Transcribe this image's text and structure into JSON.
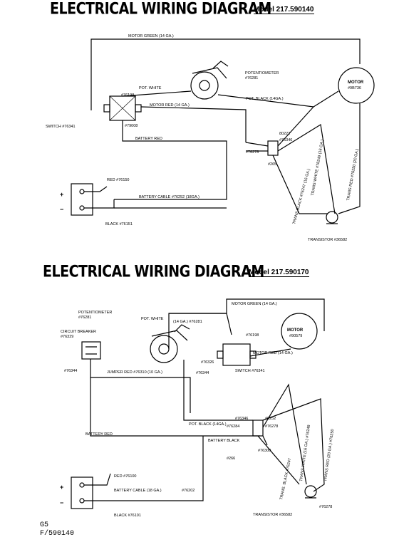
{
  "diagram1": {
    "title": "ELECTRICAL WIRING DIAGRAM",
    "model": "Model 217.590140",
    "labels": {
      "motor_green": "MOTOR GREEN (14 GA.)",
      "potentiometer": "POTENTIOMETER",
      "pot_part": "#76281",
      "pot_white": "POT. WHITE",
      "pot_black": "POT. BLACK (14GA.)",
      "motor": "MOTOR",
      "motor_part": "#9B736",
      "part_76198": "#76198",
      "motor_red": "MOTOR RED (14 GA.)",
      "switch": "SWITCH #76341",
      "part_79008": "#79008",
      "battery_red": "BATTERY RED",
      "part_80222": "80222",
      "part_76346": "#76346",
      "part_76278": "#76278",
      "part_265": "#265",
      "trans_black": "TRANS BLACK #76247 (16 GA.)",
      "trans_white": "TRANS WHITE #76249 (16 GA.)",
      "trans_red": "TRANS RED #76250 (20 GA.)",
      "red_wire": "RED #76150",
      "battery_cable": "BATTERY CABLE #76252 (18GA.)",
      "black_wire": "BLACK #76151",
      "transistor": "TRANSISTOR #36582",
      "plus": "+",
      "minus": "−"
    }
  },
  "diagram2": {
    "title": "ELECTRICAL WIRING DIAGRAM",
    "model": "Model 217.590170",
    "labels": {
      "potentiometer": "POTENTIOMETER",
      "pot_part": "#76281",
      "pot_white": "POT. WHITE",
      "pot_white_ga": "(14 GA.) #76281",
      "motor_green": "MOTOR GREEN (14 GA.)",
      "circuit_breaker": "CIRCUIT BREAKER",
      "cb_part": "#76329",
      "part_76198": "#76198",
      "motor": "MOTOR",
      "motor_part": "#90579",
      "motor_red": "MOTOR RED (14 GA.)",
      "part_76326": "#76326",
      "part_76344a": "#76344",
      "part_76344b": "#76344",
      "switch": "SWITCH #76341",
      "jumper_red": "JUMPER RED #76310 (10 GA.)",
      "pot_black": "POT. BLACK (14GA.)",
      "part_76284": "#76284",
      "part_76346": "#76346",
      "part_0252": "#0252",
      "part_76278a": "#76278",
      "battery_red": "BATTERY RED",
      "battery_black": "BATTERY BLACK",
      "part_76300": "#76300",
      "part_266": "#266",
      "trans_black": "TRANS. BLACK #76247",
      "trans_white": "TRANS WHITE (16 GA.) #76248",
      "trans_red": "TRANS RED (20 GA.) #76250",
      "red_wire": "RED #76100",
      "battery_cable": "BATTERY CABLE (18 GA.)",
      "battery_cable_part": "#76202",
      "black_wire": "BLACK #76101",
      "transistor": "TRANSISTOR #36582",
      "part_76278b": "#76278",
      "plus": "+",
      "minus": "−"
    }
  },
  "footer": {
    "page": "G5",
    "ref": "F/590140"
  }
}
